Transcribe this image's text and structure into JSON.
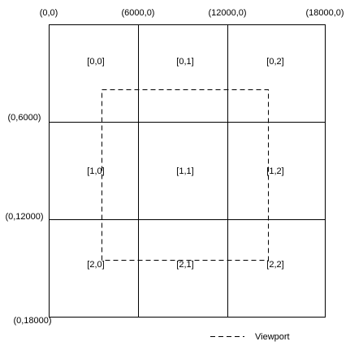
{
  "top_coords": [
    "(0,0)",
    "(6000,0)",
    "(12000,0)",
    "(18000,0)"
  ],
  "left_coords": [
    "(0,6000)",
    "(0,12000)",
    "(0,18000)"
  ],
  "tiles": [
    [
      "[0,0]",
      "[0,1]",
      "[0,2]"
    ],
    [
      "[1,0]",
      "[1,1]",
      "[1,2]"
    ],
    [
      "[2,0]",
      "[2,1]",
      "[2,2]"
    ]
  ],
  "legend": {
    "label": "Viewport"
  },
  "colors": {
    "grid_line": "#000000",
    "viewport_line": "#000000",
    "text": "#000000"
  }
}
